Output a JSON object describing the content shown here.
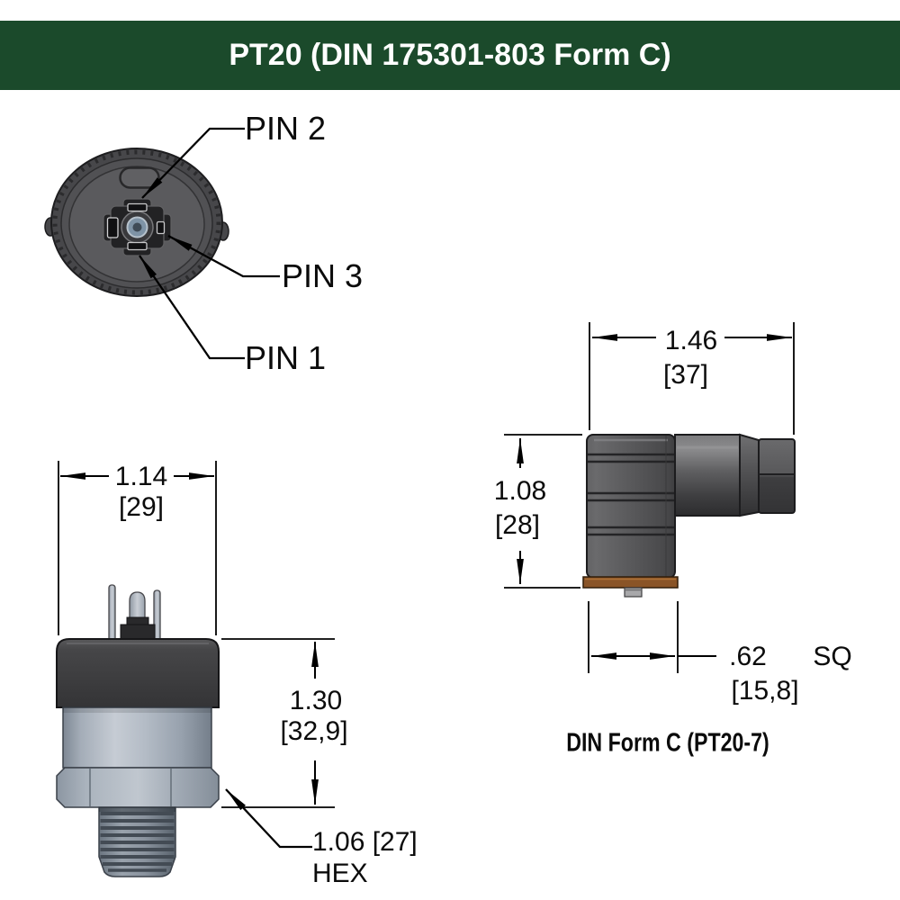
{
  "header": {
    "title": "PT20 (DIN 175301-803 Form C)"
  },
  "connector_face_view": {
    "pin_labels": {
      "pin2": "PIN 2",
      "pin3": "PIN 3",
      "pin1": "PIN 1"
    }
  },
  "transducer_side_view": {
    "width_dim": {
      "inches": "1.14",
      "mm": "[29]"
    },
    "height_dim": {
      "inches": "1.30",
      "mm": "[32,9]"
    },
    "hex_dim": {
      "inches": "1.06 [27]",
      "label": "HEX"
    }
  },
  "din_connector_view": {
    "width_dim": {
      "inches": "1.46",
      "mm": "[37]"
    },
    "height_dim": {
      "inches": "1.08",
      "mm": "[28]"
    },
    "square_dim": {
      "inches": ".62",
      "suffix": "SQ",
      "mm": "[15,8]"
    },
    "caption": "DIN Form C (PT20-7)"
  },
  "colors": {
    "header_bg": "#1b4a2b",
    "header_text": "#ffffff",
    "drawing_line": "#000000",
    "transducer_cap_gray": "#3e3e40",
    "transducer_body_gray": "#b4bcc6",
    "din_body_gray": "#58585a",
    "din_base_brown": "#8a5427",
    "connector_face_gray": "#5a5a5d",
    "pin_contact_blue": "#7e93a6"
  }
}
